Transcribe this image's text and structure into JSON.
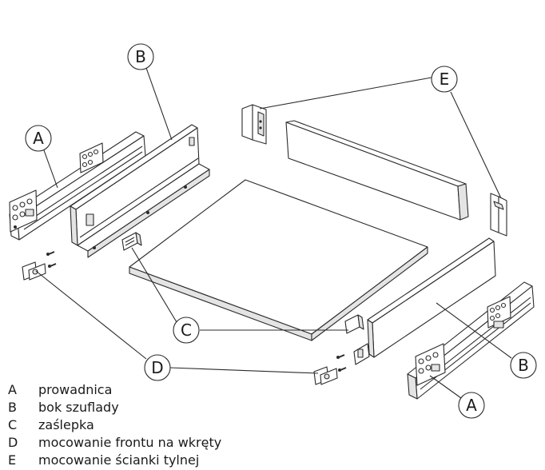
{
  "callouts": {
    "A": "A",
    "B": "B",
    "C": "C",
    "D": "D",
    "E": "E"
  },
  "legend": [
    {
      "key": "A",
      "text": "prowadnica"
    },
    {
      "key": "B",
      "text": "bok szuflady"
    },
    {
      "key": "C",
      "text": "zaślepka"
    },
    {
      "key": "D",
      "text": "mocowanie frontu na wkręty"
    },
    {
      "key": "E",
      "text": "mocowanie ścianki tylnej"
    }
  ],
  "colors": {
    "stroke": "#2b2b2b",
    "fill": "#ffffff",
    "panel_edge": "#e4e4e4"
  }
}
